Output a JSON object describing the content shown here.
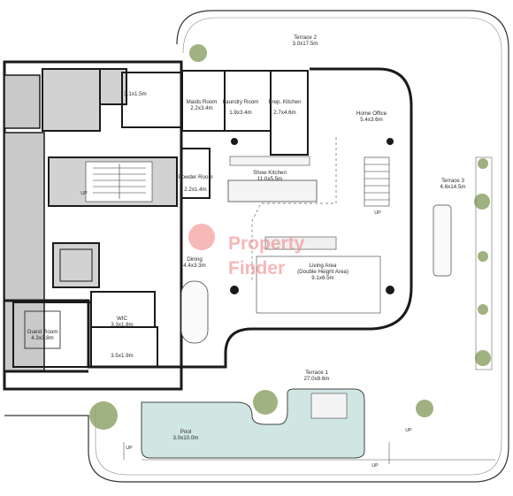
{
  "rooms": {
    "terrace2": {
      "name": "Terrace 2",
      "dims": "3.0x17.5m"
    },
    "bath_top": {
      "name": "",
      "dims": "3.1x1.5m"
    },
    "maids": {
      "name": "Maids Room",
      "dims": "2.2x3.4m"
    },
    "laundry": {
      "name": "Laundry Room",
      "dims": "1.9x3.4m"
    },
    "prep": {
      "name": "Prep. Kitchen",
      "dims": "2.7x4.6m"
    },
    "office": {
      "name": "Home Office",
      "dims": "5.4x3.6m"
    },
    "powder": {
      "name": "Powder Room",
      "dims": "2.2x1.4m"
    },
    "show_kitchen": {
      "name": "Show Kitchen",
      "dims": "11.0x5.5m"
    },
    "terrace3": {
      "name": "Terrace 3",
      "dims": "4.6x14.5m"
    },
    "dining": {
      "name": "Dining",
      "dims": "4.4x3.3m"
    },
    "living": {
      "name": "Living Area",
      "sub": "(Double Height Area)",
      "dims": "9.1x6.5m"
    },
    "guest": {
      "name": "Guest Room",
      "dims": "4.3x3.8m"
    },
    "wic": {
      "name": "WIC",
      "dims": "3.3x1.8m"
    },
    "bath_guest": {
      "name": "",
      "dims": "3.5x1.9m"
    },
    "terrace1": {
      "name": "Terrace 1",
      "dims": "27.0x8.6m"
    },
    "pool": {
      "name": "Pool",
      "dims": "3.0x10.0m"
    }
  },
  "stair_labels": {
    "up1": "UP",
    "up2": "UP",
    "up3": "UP",
    "up4": "UP",
    "up5": "UP"
  },
  "watermark": {
    "line1": "Property",
    "line2": "Finder"
  },
  "colors": {
    "wall": "#1a1a1a",
    "wall_fill": "#c9c9c9",
    "pool": "#cfe6e3",
    "plant": "#8fa46b",
    "watermark": "#f07d7d"
  }
}
